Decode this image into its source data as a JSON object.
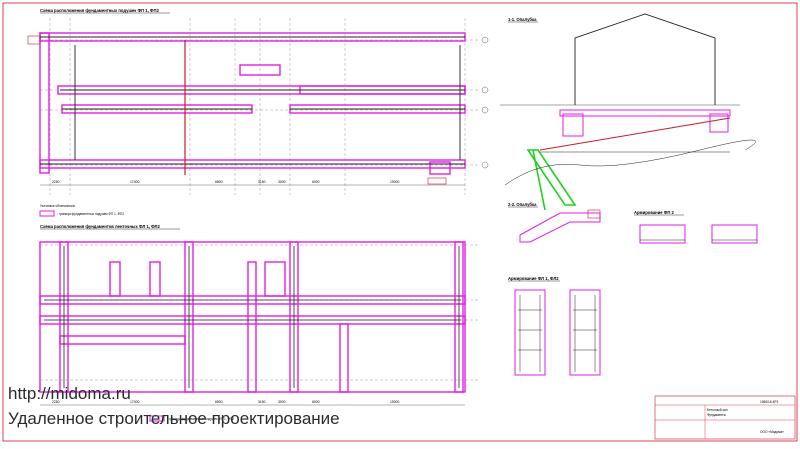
{
  "watermark": {
    "url": "http://midoma.ru",
    "tagline": "Удаленное строительное проектирование"
  },
  "plan1": {
    "title": "Схема расположения фундаментных подушек ФП  1, ФП2",
    "legend_label": "Условные обозначения:",
    "legend_item": "- граница фундаментных подушек ФП  1, ФП2",
    "dims": [
      "2250",
      "17400",
      "6800",
      "3150",
      "3000",
      "6000",
      "15000"
    ]
  },
  "plan2": {
    "title": "Схема расположения фундаментов ленточных ФЛ  1, ФЛ2",
    "legend_item": "- граница фундаментных подушек ФП  1, ФП2",
    "dims": [
      "2250",
      "17400",
      "6800",
      "3150",
      "3000",
      "6000",
      "15000"
    ]
  },
  "sections": {
    "s11": "1-1. Опалубка",
    "s22": "2-2. Опалубка",
    "arm_fp2": "Армирование ФП 2",
    "arm_fl": "Армирование ФЛ 1, ФЛ2"
  },
  "title_block": {
    "code": "1965/16-КР1",
    "line1": "Бетонный зал",
    "line2": "Фундаменты",
    "company": "ООО «Мидома»"
  },
  "colors": {
    "outline": "#cc1a2a",
    "footing": "#e31ee3",
    "wall": "#202020",
    "highlight": "#1fd11f"
  }
}
